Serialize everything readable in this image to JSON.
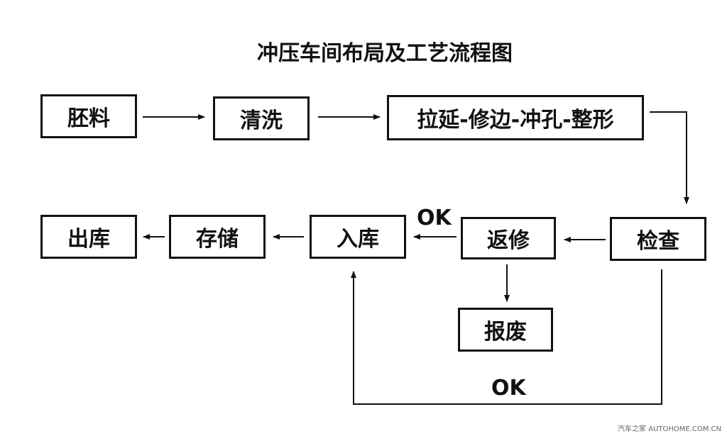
{
  "title": "冲压车间布局及工艺流程图",
  "nodes": {
    "blank": "胚料",
    "wash": "清洗",
    "press": "拉延-修边-冲孔-整形",
    "inspect": "检查",
    "repair": "返修",
    "scrap": "报废",
    "instock": "入库",
    "store": "存储",
    "outstock": "出库"
  },
  "edge_labels": {
    "repair_to_instock": "OK",
    "inspect_to_instock": "OK"
  },
  "watermark": "汽车之家 AUTOHOME.COM.CN",
  "colors": {
    "line": "#111111",
    "background": "#ffffff"
  }
}
